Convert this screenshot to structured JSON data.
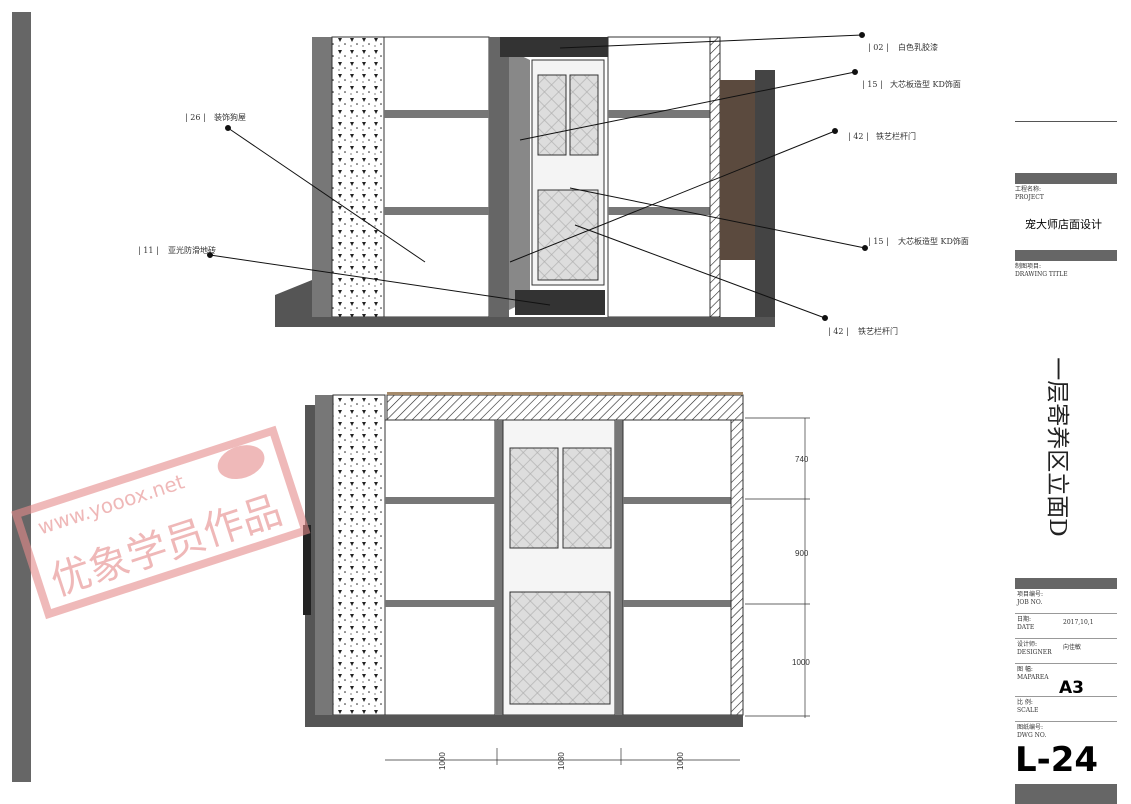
{
  "annotations": [
    {
      "num": "| 02 |",
      "text": "白色乳胶漆"
    },
    {
      "num": "| 15 |",
      "text": "大芯板造型 KD饰面"
    },
    {
      "num": "| 42 |",
      "text": "铁艺栏杆门"
    },
    {
      "num": "| 15 |",
      "text": "大芯板造型 KD饰面"
    },
    {
      "num": "| 42 |",
      "text": "铁艺栏杆门"
    },
    {
      "num": "| 26 |",
      "text": "装饰狗屋"
    },
    {
      "num": "| 11 |",
      "text": "亚光防滑地砖"
    }
  ],
  "dimensions": {
    "vertical": [
      "740",
      "900",
      "1000"
    ],
    "horizontal": [
      "1000",
      "1080",
      "1000"
    ]
  },
  "watermark": {
    "url": "www.yooox.net",
    "text": "优象学员作品"
  },
  "title_block": {
    "project_label_cn": "工程名称:",
    "project_label_en": "PROJECT",
    "project_name": "宠大师店面设计",
    "drawing_label_cn": "制图项目:",
    "drawing_label_en": "DRAWING TITLE",
    "drawing_title": "一层寄养区立面D",
    "job_cn": "项目编号:",
    "job_en": "JOB NO.",
    "date_cn": "日期:",
    "date_en": "DATE",
    "date": "2017,10,1",
    "designer_cn": "设计师:",
    "designer_en": "DESIGNER",
    "designer": "向佳敏",
    "map_cn": "图 幅:",
    "map_en": "MAPAREA",
    "map": "A3",
    "scale_cn": "比 例:",
    "scale_en": "SCALE",
    "dwg_cn": "图纸编号:",
    "dwg_en": "DWG NO.",
    "dwg": "L-24"
  }
}
